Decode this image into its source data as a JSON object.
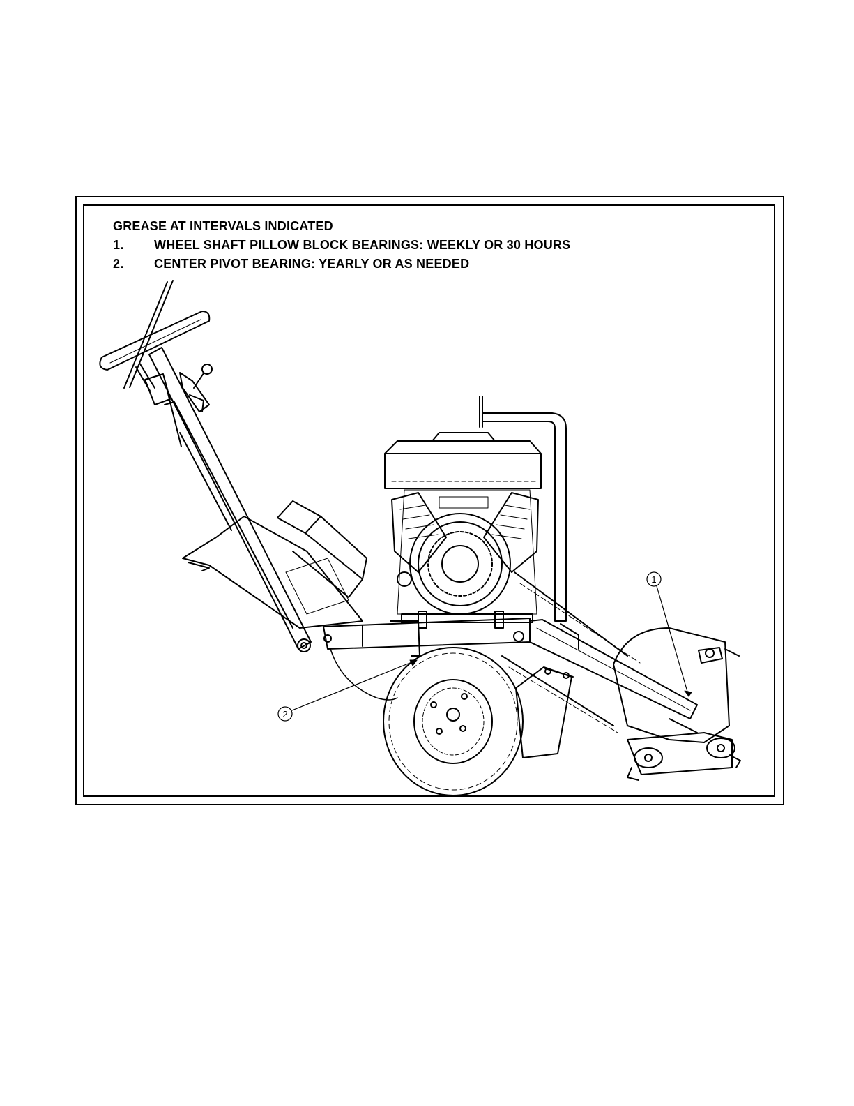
{
  "notes": {
    "heading": "GREASE AT INTERVALS INDICATED",
    "items": [
      {
        "num": "1.",
        "text": "WHEEL SHAFT PILLOW BLOCK BEARINGS: WEEKLY OR 30 HOURS"
      },
      {
        "num": "2.",
        "text": "CENTER PIVOT BEARING: YEARLY OR AS NEEDED"
      }
    ]
  },
  "callouts": [
    "1",
    "2"
  ]
}
